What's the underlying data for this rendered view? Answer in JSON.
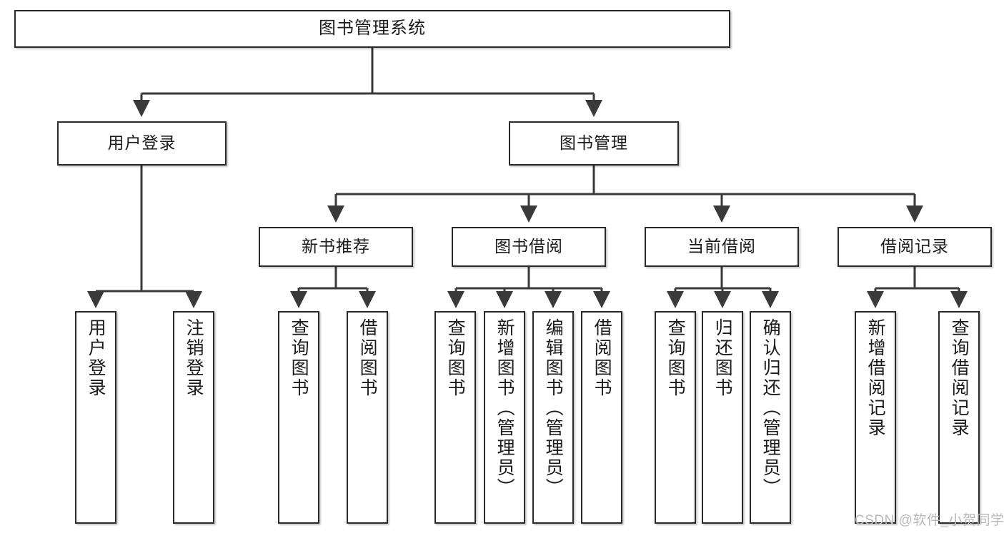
{
  "diagram": {
    "title": "图书管理系统",
    "type": "functional-structure-tree",
    "watermark": "CSDN @软件_小贺同学",
    "colors": {
      "box_border": "#2b2b2b",
      "box_fill": "#ffffff",
      "edge": "#3a3a3a",
      "text": "#1b1b1b",
      "watermark": "#b9b9b9"
    },
    "levels": {
      "level1": [
        {
          "id": "root",
          "label": "图书管理系统"
        }
      ],
      "level2": [
        {
          "id": "user-login",
          "label": "用户登录"
        },
        {
          "id": "book-manage",
          "label": "图书管理"
        }
      ],
      "level3": [
        {
          "id": "new-book-rec",
          "label": "新书推荐"
        },
        {
          "id": "book-borrow",
          "label": "图书借阅"
        },
        {
          "id": "current-borrow",
          "label": "当前借阅"
        },
        {
          "id": "borrow-record",
          "label": "借阅记录"
        }
      ],
      "level4": [
        {
          "id": "leaf-user-login",
          "label": "用户登录",
          "parent": "user-login"
        },
        {
          "id": "leaf-logout",
          "label": "注销登录",
          "parent": "user-login"
        },
        {
          "id": "leaf-query-book-1",
          "label": "查询图书",
          "parent": "new-book-rec"
        },
        {
          "id": "leaf-borrow-book-1",
          "label": "借阅图书",
          "parent": "new-book-rec"
        },
        {
          "id": "leaf-query-book-2",
          "label": "查询图书",
          "parent": "book-borrow"
        },
        {
          "id": "leaf-add-book",
          "label": "新增图书（管理员）",
          "parent": "book-borrow"
        },
        {
          "id": "leaf-edit-book",
          "label": "编辑图书（管理员）",
          "parent": "book-borrow"
        },
        {
          "id": "leaf-borrow-book-2",
          "label": "借阅图书",
          "parent": "book-borrow"
        },
        {
          "id": "leaf-query-book-3",
          "label": "查询图书",
          "parent": "current-borrow"
        },
        {
          "id": "leaf-return-book",
          "label": "归还图书",
          "parent": "current-borrow"
        },
        {
          "id": "leaf-confirm-return",
          "label": "确认归还（管理员）",
          "parent": "current-borrow"
        },
        {
          "id": "leaf-add-record",
          "label": "新增借阅记录",
          "parent": "borrow-record"
        },
        {
          "id": "leaf-query-record",
          "label": "查询借阅记录",
          "parent": "borrow-record"
        }
      ]
    }
  }
}
